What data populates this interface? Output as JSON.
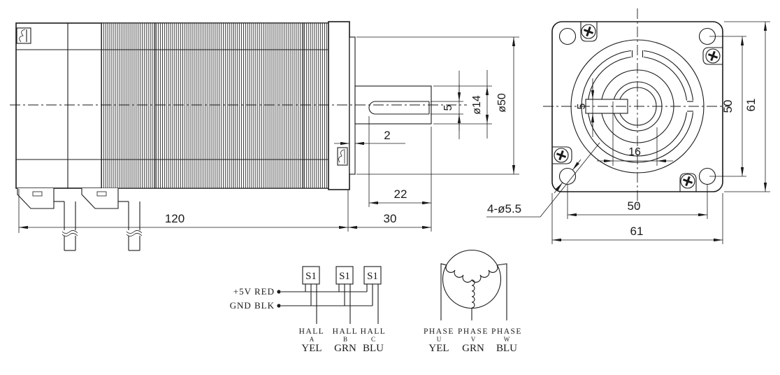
{
  "side_view": {
    "dim_body_length": "120",
    "dim_shaft_length": "30",
    "dim_key_length": "22",
    "dim_boss_thickness": "2",
    "dim_key_width": "5",
    "dim_shaft_diameter": "ø14",
    "dim_pilot_diameter": "ø50"
  },
  "front_view": {
    "dim_key_width": "5",
    "dim_keyway_span": "16",
    "dim_hole_spacing_vertical": "50",
    "dim_flange_height": "61",
    "dim_hole_spacing_horizontal": "50",
    "dim_flange_width": "61",
    "note_mounting_holes": "4-ø5.5"
  },
  "hall_sensor_circuit": {
    "sensor_labels": [
      "S1",
      "S1",
      "S1"
    ],
    "supply_label": "+5V  RED",
    "ground_label": "GND  BLK",
    "outputs": [
      {
        "signal": "HALL",
        "phase": "A",
        "wire": "YEL"
      },
      {
        "signal": "HALL",
        "phase": "B",
        "wire": "GRN"
      },
      {
        "signal": "HALL",
        "phase": "C",
        "wire": "BLU"
      }
    ]
  },
  "phase_winding_circuit": {
    "leads": [
      {
        "signal": "PHASE",
        "phase": "U",
        "wire": "YEL"
      },
      {
        "signal": "PHASE",
        "phase": "V",
        "wire": "GRN"
      },
      {
        "signal": "PHASE",
        "phase": "W",
        "wire": "BLU"
      }
    ]
  },
  "colors": {
    "line": "#1a1a1a",
    "background": "#ffffff"
  }
}
